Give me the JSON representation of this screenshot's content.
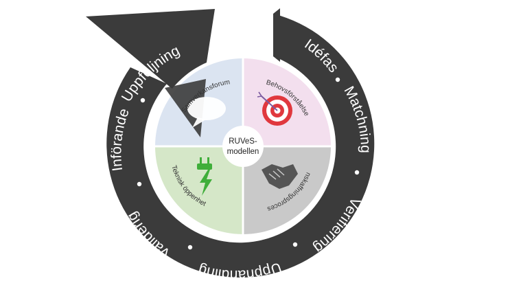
{
  "center": {
    "line1": "RUVeS-",
    "line2": "modellen"
  },
  "ring_steps": [
    "Uppföljning",
    "Idéfas",
    "Matchning",
    "Verifiering",
    "Upphandling",
    "Validerig",
    "Införande"
  ],
  "quadrants": {
    "top_left": {
      "label": "Samverkansforum",
      "icon": "speech-bubble-icon",
      "color": "#dbe4f1"
    },
    "top_right": {
      "label": "Behovsförståelse",
      "icon": "target-icon",
      "color": "#f3dfee"
    },
    "bottom_left": {
      "label": "Teknisk öppenhet",
      "icon": "power-plug-icon",
      "color": "#d5e7c8"
    },
    "bottom_right": {
      "label": "Anskaffningsprocess",
      "icon": "handshake-icon",
      "color": "#c9c9c9"
    }
  },
  "colors": {
    "ring": "#3b3b3b",
    "ring_text": "#ffffff",
    "dot": "#ffffff"
  }
}
